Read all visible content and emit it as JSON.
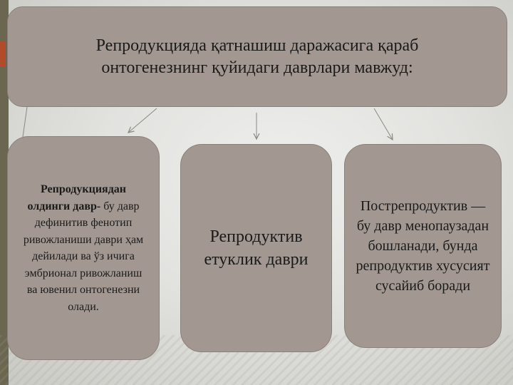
{
  "diagram": {
    "top_box": {
      "line1": "Репродукцияда қатнашиш даражасига қараб",
      "line2": "онтогенезнинг қуйидаги даврлари мавжуд:"
    },
    "left_box": {
      "bold_text": "Репродукциядан олдинги давр-",
      "text": " бу давр дефинитив фенотип ривожланиши даври ҳам дейилади ва ўз ичига эмбрионал ривожланиш ва ювенил онтогенезни олади."
    },
    "middle_box": {
      "text": "Репродуктив етуклик даври"
    },
    "right_box": {
      "text": "Пострепродуктив — бу давр менопаузадан бошланади, бунда репродуктив хусусият сусайиб боради"
    }
  },
  "colors": {
    "box_fill": "#a39891",
    "arrow": "#8a8a82",
    "left_strip": "#6b6650",
    "accent": "#b34a2a"
  }
}
